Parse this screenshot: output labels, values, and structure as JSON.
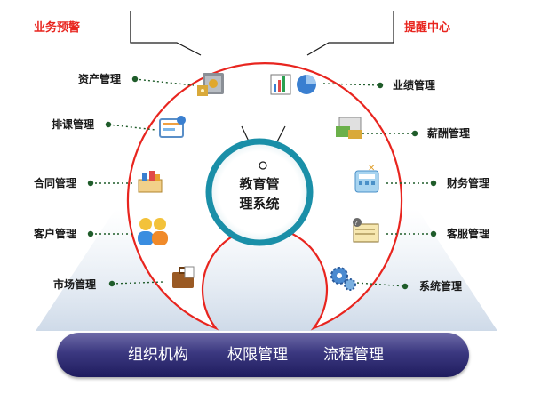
{
  "top": {
    "left_label": "业务预警",
    "right_label": "提醒中心"
  },
  "center": {
    "line1": "教育管",
    "line2": "理系统"
  },
  "modules_left": [
    {
      "label": "资产管理",
      "icon": "safe-icon"
    },
    {
      "label": "排课管理",
      "icon": "schedule-icon"
    },
    {
      "label": "合同管理",
      "icon": "contract-icon"
    },
    {
      "label": "客户管理",
      "icon": "customers-icon"
    },
    {
      "label": "市场管理",
      "icon": "briefcase-icon"
    }
  ],
  "modules_right": [
    {
      "label": "业绩管理",
      "icon": "charts-icon"
    },
    {
      "label": "薪酬管理",
      "icon": "salary-icon"
    },
    {
      "label": "财务管理",
      "icon": "calculator-icon"
    },
    {
      "label": "客服管理",
      "icon": "service-notebook-icon"
    },
    {
      "label": "系统管理",
      "icon": "system-gears-icon"
    }
  ],
  "bottom_bar": {
    "items": [
      "组织机构",
      "权限管理",
      "流程管理"
    ]
  },
  "colors": {
    "arc_red": "#e8251f",
    "ring_teal": "#1a8fa8",
    "bar_navy": "#2c2a70",
    "dot_green": "#1f5c2a"
  }
}
